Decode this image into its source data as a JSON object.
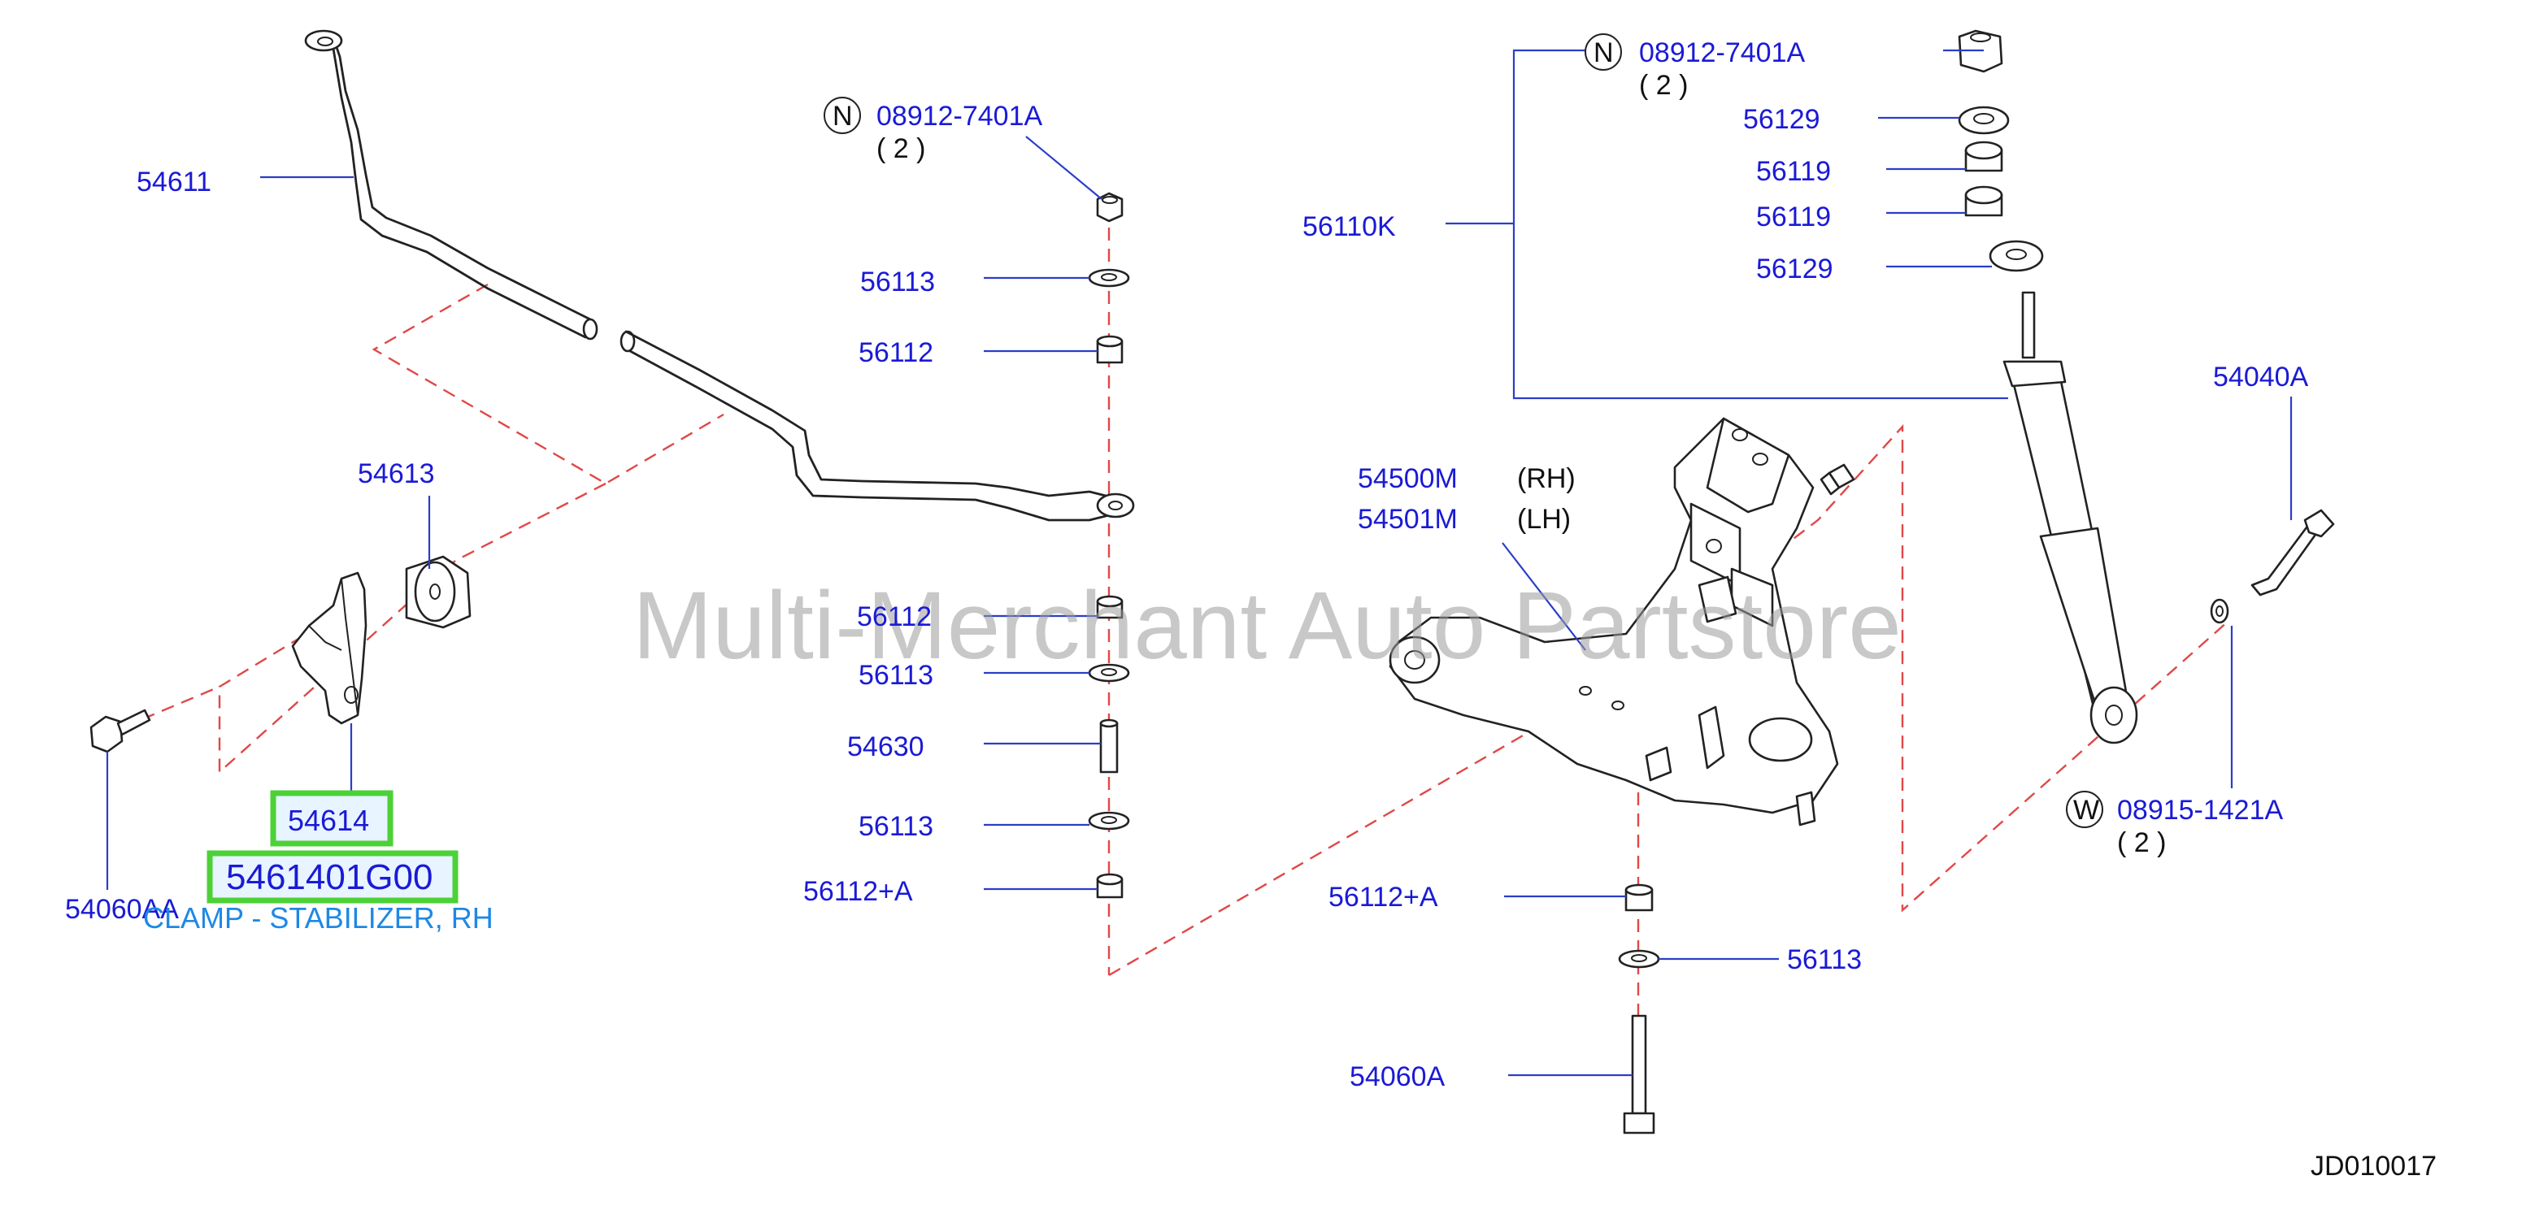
{
  "watermark": "Multi-Merchant Auto Partstore",
  "diagram_code": "JD010017",
  "highlight": {
    "part_number": "54614",
    "oem_number": "5461401G00",
    "description": "CLAMP - STABILIZER, RH"
  },
  "callouts": {
    "p54611": "54611",
    "p54613": "54613",
    "p54060AA": "54060AA",
    "nut_left": "08912-7401A",
    "nut_left_qty": "( 2 )",
    "nut_left_prefix": "N",
    "p56113_a": "56113",
    "p56112_a": "56112",
    "p56112_b": "56112",
    "p56113_b": "56113",
    "p54630": "54630",
    "p56113_c": "56113",
    "p56112A_a": "56112+A",
    "p56110K": "56110K",
    "nut_right": "08912-7401A",
    "nut_right_qty": "( 2 )",
    "nut_right_prefix": "N",
    "p56129_a": "56129",
    "p56119_a": "56119",
    "p56119_b": "56119",
    "p56129_b": "56129",
    "p54040A": "54040A",
    "p54500M": "54500M",
    "p54500M_side": "(RH)",
    "p54501M": "54501M",
    "p54501M_side": "(LH)",
    "washer": "08915-1421A",
    "washer_qty": "( 2 )",
    "washer_prefix": "W",
    "p56112A_b": "56112+A",
    "p56113_d": "56113",
    "p54060A": "54060A"
  },
  "colors": {
    "label": "#1a1ad6",
    "leader": "#2a3ec8",
    "dashed": "#e04848",
    "highlight_box": "#4cd137",
    "description": "#1e88e5"
  }
}
